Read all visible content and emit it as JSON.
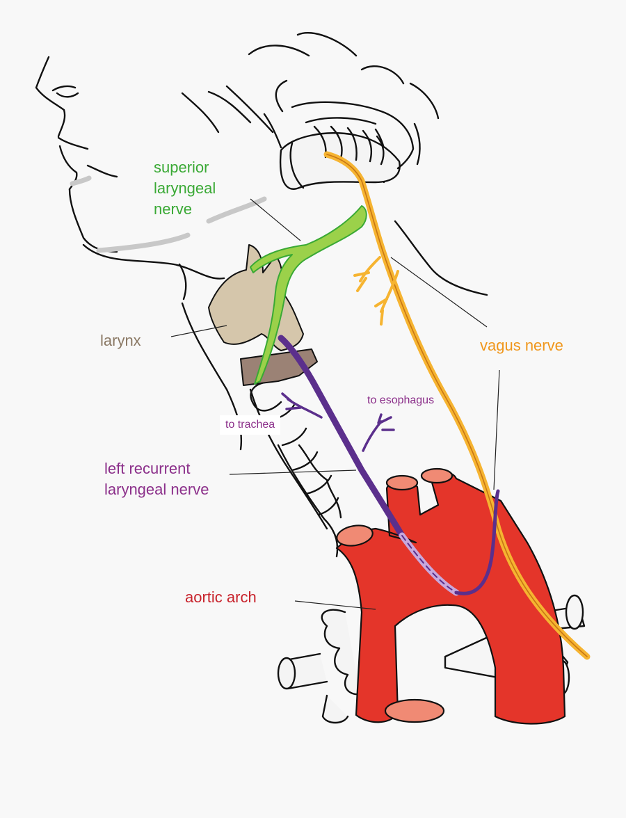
{
  "labels": {
    "superior_laryngeal_nerve": [
      "superior",
      "laryngeal",
      "nerve"
    ],
    "larynx": "larynx",
    "vagus_nerve": "vagus nerve",
    "to_esophagus": "to esophagus",
    "to_trachea": "to trachea",
    "left_recurrent_laryngeal_nerve": [
      "left recurrent",
      "laryngeal nerve"
    ],
    "aortic_arch": "aortic arch"
  },
  "colors": {
    "background": "#f8f8f8",
    "outline": "#111111",
    "shadow": "#c8c8c8",
    "superior_laryngeal_nerve": "#3aa935",
    "superior_nerve_fill": "#9bd14a",
    "larynx": "#8a7864",
    "larynx_fill": "#d5c6ab",
    "cartilage_fill": "#9b8275",
    "vagus_nerve": "#f0961a",
    "vagus_fill": "#f6b431",
    "recurrent_nerve": "#8b2f8a",
    "recurrent_fill": "#5b2f8c",
    "recurrent_dashed": "#c8a8dc",
    "aortic_arch": "#c8232c",
    "aorta_fill": "#e4352a",
    "aorta_opening": "#f08a74"
  }
}
